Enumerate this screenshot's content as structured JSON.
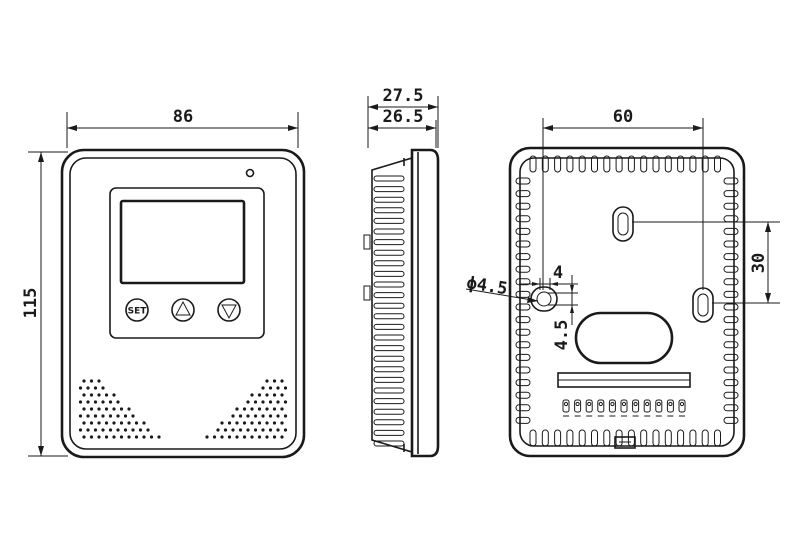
{
  "front_view": {
    "width_label": "86",
    "height_label": "115",
    "set_button_label": "SET"
  },
  "side_view": {
    "outer_depth_label": "27.5",
    "inner_depth_label": "26.5"
  },
  "back_view": {
    "hole_spacing_h_label": "60",
    "hole_spacing_v_label": "30",
    "slot_width_label": "4",
    "hole_diameter_label": "ϕ4.5",
    "slot_height_label": "4.5"
  }
}
